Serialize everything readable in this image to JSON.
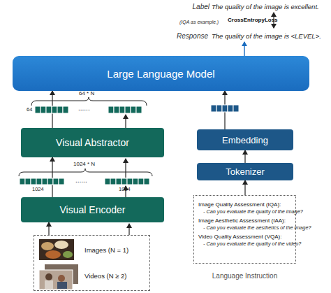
{
  "diagram": {
    "nodes": [
      {
        "text": [
          "Large Language Model"
        ]
      },
      {
        "text": [
          "Visual Abstractor"
        ]
      },
      {
        "text": [
          "Visual Encoder"
        ]
      },
      {
        "text": [
          "Images (N = 1)",
          "Videos (N ≥ 2)"
        ]
      },
      {
        "text": [
          "Embedding"
        ]
      },
      {
        "text": [
          "Tokenizer"
        ]
      },
      {
        "text": [
          "Image Quality Assessment (IQA):",
          "- Can you evaluate the quality of the image?",
          "Image Aesthetic Assessment (IAA):",
          "- Can you evaluate the aesthetics of the image?",
          "Video Quality Assessment (VQA):",
          "- Can you evaluate the quality of the video?",
          "Language Instruction"
        ]
      }
    ],
    "edges": [
      {
        "from": 2,
        "to": 1,
        "arrow": "to"
      },
      {
        "from": 1,
        "to": 0,
        "arrow": "to"
      },
      {
        "from": 3,
        "to": 2,
        "arrow": "to"
      },
      {
        "from": 6,
        "to": 5,
        "arrow": "to"
      },
      {
        "from": 5,
        "to": 4,
        "arrow": "to"
      },
      {
        "from": 4,
        "to": 0,
        "arrow": "to"
      }
    ],
    "labels": [
      "Label",
      "The quality of the image is excellent.",
      "(IQA as example.)",
      "CrossEntropyLoss",
      "Response",
      "The quality of the image is <LEVEL>.",
      "64 * N",
      "64",
      "......",
      "1024 * N",
      "......",
      "1024",
      "1024"
    ]
  }
}
